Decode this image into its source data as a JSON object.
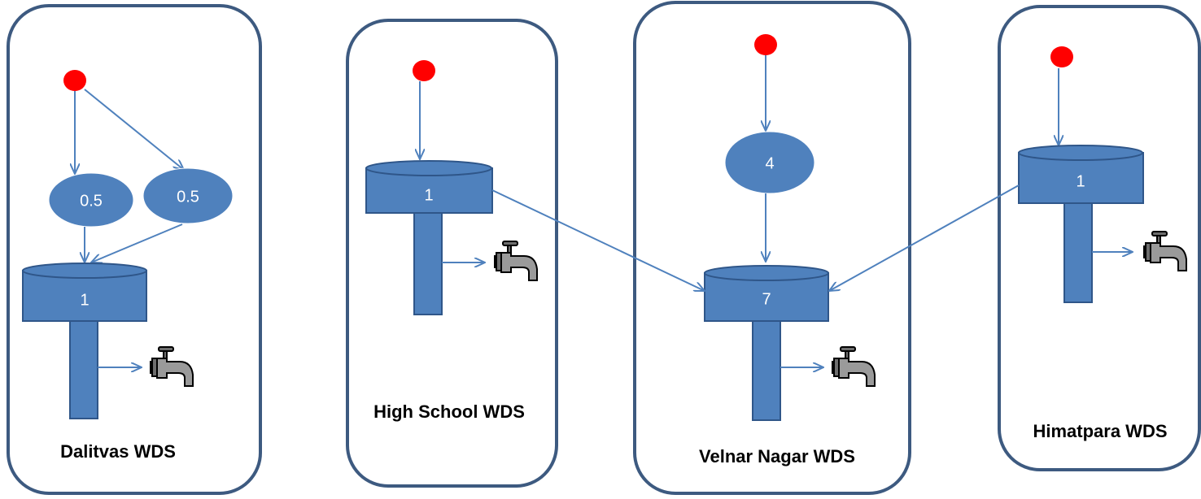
{
  "panels": [
    {
      "id": "dalitvas",
      "label": "Dalitvas WDS",
      "sources": [
        "0.5",
        "0.5"
      ],
      "tank_value": "1"
    },
    {
      "id": "high_school",
      "label": "High School WDS",
      "tank_value": "1"
    },
    {
      "id": "velnar_nagar",
      "label": "Velnar Nagar WDS",
      "sources": [
        "4"
      ],
      "tank_value": "7"
    },
    {
      "id": "himatpara",
      "label": "Himatpara WDS",
      "tank_value": "1"
    }
  ],
  "colors": {
    "node": "#ff0000",
    "tank": "#4f81bd",
    "panel_border": "#3d5a80",
    "arrow": "#4f81bd"
  },
  "icons": {
    "source_node": "red-circle",
    "tap": "water-tap-icon"
  }
}
